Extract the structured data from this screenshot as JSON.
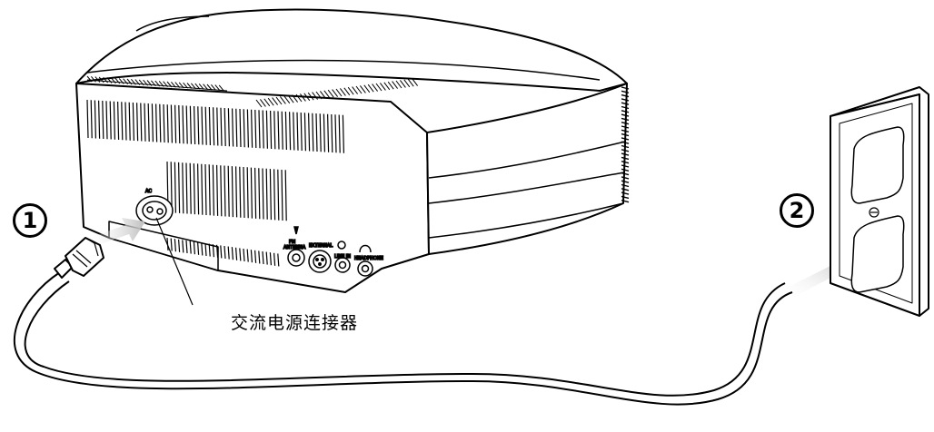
{
  "steps": [
    {
      "number": "1"
    },
    {
      "number": "2"
    }
  ],
  "callout": {
    "label": "交流电源连接器"
  },
  "device_labels": {
    "ac": "AC",
    "fm": "FM",
    "antenna": "ANTENNA",
    "external": "EXTERNAL",
    "line_in": "LINE IN",
    "headphone": "HEADPHONE"
  },
  "colors": {
    "line": "#000000",
    "arrow": "#bdbdbd",
    "background": "#ffffff"
  },
  "icons": [
    "device-body",
    "power-cord",
    "wall-outlet",
    "insert-arrow",
    "antenna-icon",
    "headphone-icon"
  ]
}
